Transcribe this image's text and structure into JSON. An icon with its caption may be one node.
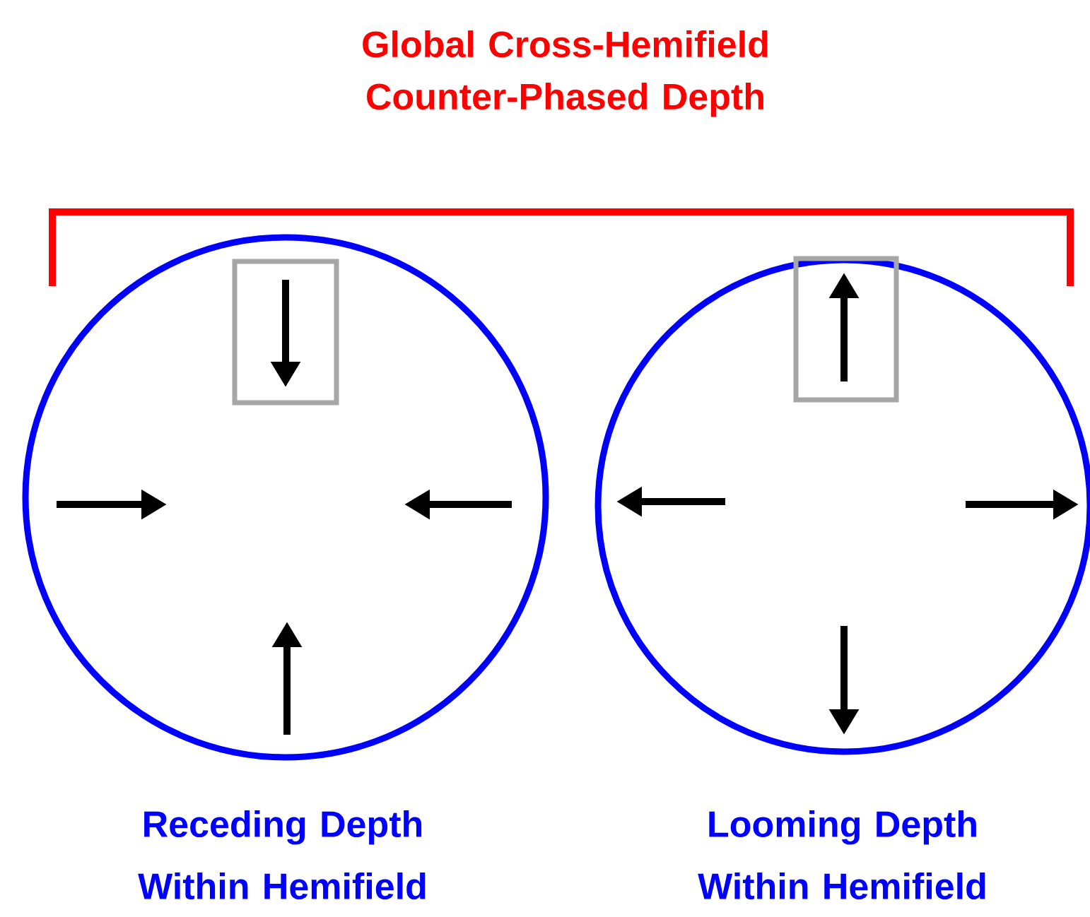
{
  "diagram": {
    "title": "Global Cross-Hemifield Counter-Phased Depth",
    "nodes": [
      {
        "text": [
          "Receding Depth Within Hemifield"
        ]
      },
      {
        "text": [],
        "shape": "box",
        "in": 0
      },
      {
        "text": [
          "Looming Depth Within Hemifield"
        ]
      },
      {
        "text": [],
        "shape": "box",
        "in": 2
      }
    ],
    "edges": []
  }
}
